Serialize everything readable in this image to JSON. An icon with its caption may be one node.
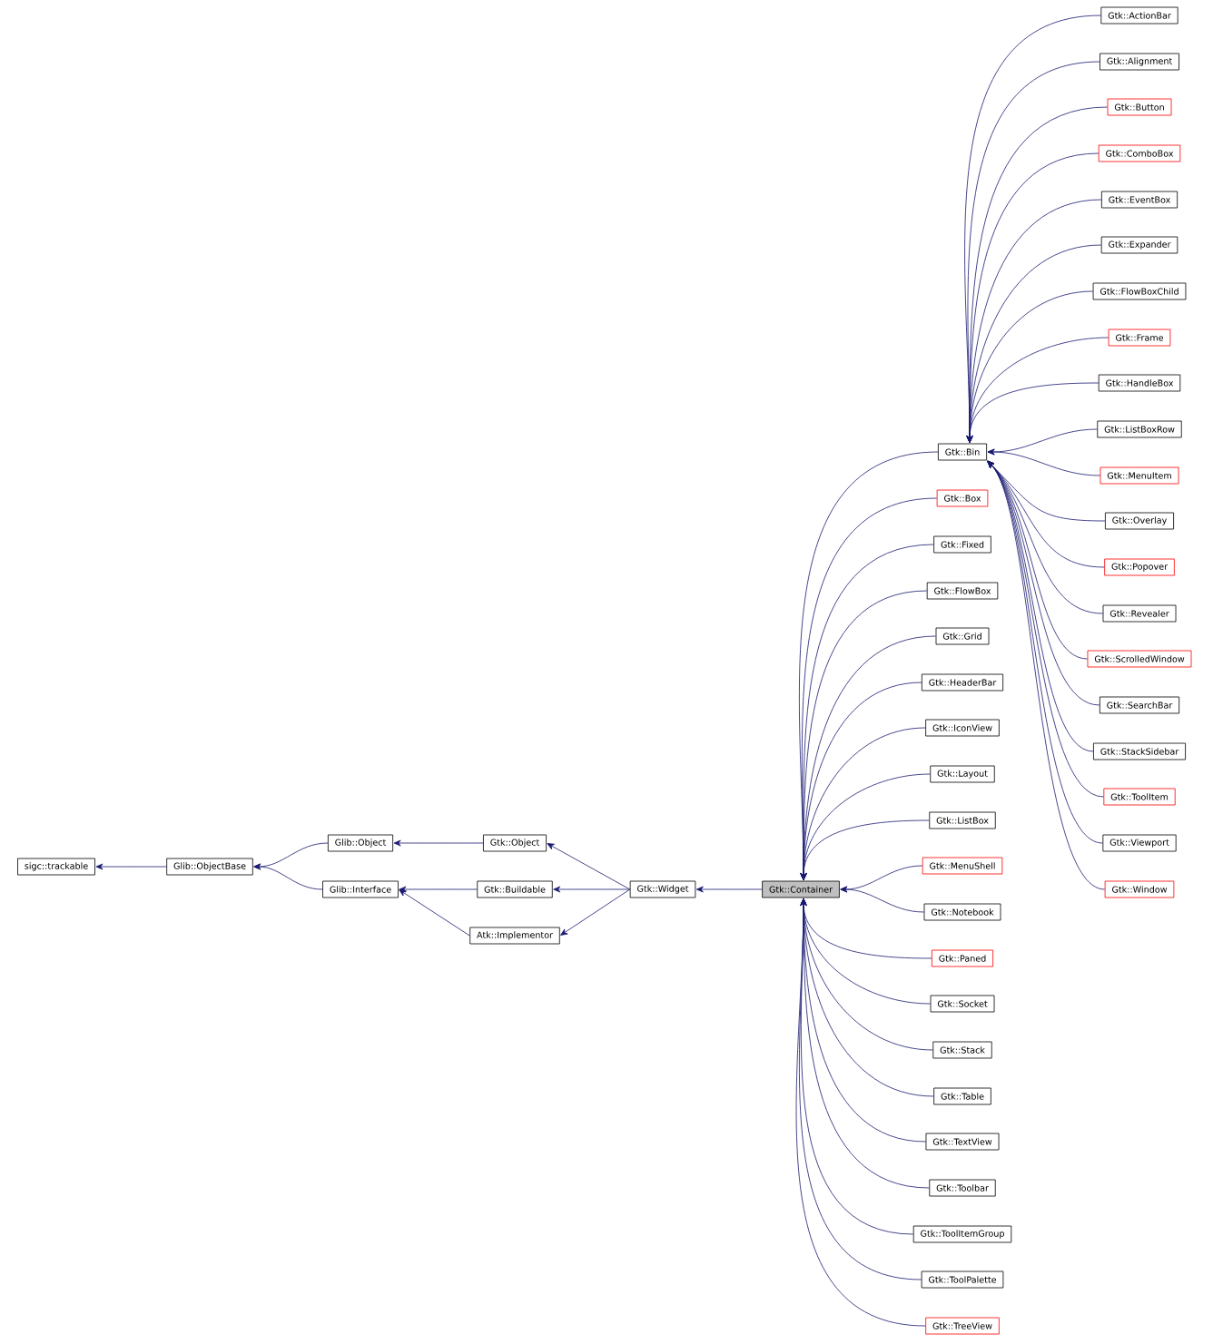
{
  "diagram": {
    "nodes": [
      {
        "text": [
          "sigc::trackable"
        ]
      },
      {
        "text": [
          "Glib::ObjectBase"
        ]
      },
      {
        "text": [
          "Glib::Object"
        ]
      },
      {
        "text": [
          "Glib::Interface"
        ]
      },
      {
        "text": [
          "Gtk::Object"
        ]
      },
      {
        "text": [
          "Gtk::Buildable"
        ]
      },
      {
        "text": [
          "Atk::Implementor"
        ]
      },
      {
        "text": [
          "Gtk::Widget"
        ]
      },
      {
        "text": [
          "Gtk::Container"
        ]
      },
      {
        "text": [
          "Gtk::Bin"
        ]
      },
      {
        "text": [
          "Gtk::ActionBar"
        ]
      },
      {
        "text": [
          "Gtk::Alignment"
        ]
      },
      {
        "text": [
          "Gtk::Button"
        ]
      },
      {
        "text": [
          "Gtk::ComboBox"
        ]
      },
      {
        "text": [
          "Gtk::EventBox"
        ]
      },
      {
        "text": [
          "Gtk::Expander"
        ]
      },
      {
        "text": [
          "Gtk::FlowBoxChild"
        ]
      },
      {
        "text": [
          "Gtk::Frame"
        ]
      },
      {
        "text": [
          "Gtk::HandleBox"
        ]
      },
      {
        "text": [
          "Gtk::ListBoxRow"
        ]
      },
      {
        "text": [
          "Gtk::MenuItem"
        ]
      },
      {
        "text": [
          "Gtk::Overlay"
        ]
      },
      {
        "text": [
          "Gtk::Popover"
        ]
      },
      {
        "text": [
          "Gtk::Revealer"
        ]
      },
      {
        "text": [
          "Gtk::ScrolledWindow"
        ]
      },
      {
        "text": [
          "Gtk::SearchBar"
        ]
      },
      {
        "text": [
          "Gtk::StackSidebar"
        ]
      },
      {
        "text": [
          "Gtk::ToolItem"
        ]
      },
      {
        "text": [
          "Gtk::Viewport"
        ]
      },
      {
        "text": [
          "Gtk::Window"
        ]
      },
      {
        "text": [
          "Gtk::Box"
        ]
      },
      {
        "text": [
          "Gtk::Fixed"
        ]
      },
      {
        "text": [
          "Gtk::FlowBox"
        ]
      },
      {
        "text": [
          "Gtk::Grid"
        ]
      },
      {
        "text": [
          "Gtk::HeaderBar"
        ]
      },
      {
        "text": [
          "Gtk::IconView"
        ]
      },
      {
        "text": [
          "Gtk::Layout"
        ]
      },
      {
        "text": [
          "Gtk::ListBox"
        ]
      },
      {
        "text": [
          "Gtk::MenuShell"
        ]
      },
      {
        "text": [
          "Gtk::Notebook"
        ]
      },
      {
        "text": [
          "Gtk::Paned"
        ]
      },
      {
        "text": [
          "Gtk::Socket"
        ]
      },
      {
        "text": [
          "Gtk::Stack"
        ]
      },
      {
        "text": [
          "Gtk::Table"
        ]
      },
      {
        "text": [
          "Gtk::TextView"
        ]
      },
      {
        "text": [
          "Gtk::Toolbar"
        ]
      },
      {
        "text": [
          "Gtk::ToolItemGroup"
        ]
      },
      {
        "text": [
          "Gtk::ToolPalette"
        ]
      },
      {
        "text": [
          "Gtk::TreeView"
        ]
      }
    ],
    "edges": [
      {
        "from": 1,
        "to": 0,
        "arrow": "to"
      },
      {
        "from": 2,
        "to": 1,
        "arrow": "to"
      },
      {
        "from": 3,
        "to": 1,
        "arrow": "to"
      },
      {
        "from": 4,
        "to": 2,
        "arrow": "to"
      },
      {
        "from": 5,
        "to": 3,
        "arrow": "to"
      },
      {
        "from": 6,
        "to": 3,
        "arrow": "to"
      },
      {
        "from": 7,
        "to": 4,
        "arrow": "to"
      },
      {
        "from": 7,
        "to": 5,
        "arrow": "to"
      },
      {
        "from": 7,
        "to": 6,
        "arrow": "to"
      },
      {
        "from": 8,
        "to": 7,
        "arrow": "to"
      },
      {
        "from": 9,
        "to": 8,
        "arrow": "to"
      },
      {
        "from": 10,
        "to": 9,
        "arrow": "to"
      },
      {
        "from": 11,
        "to": 9,
        "arrow": "to"
      },
      {
        "from": 12,
        "to": 9,
        "arrow": "to"
      },
      {
        "from": 13,
        "to": 9,
        "arrow": "to"
      },
      {
        "from": 14,
        "to": 9,
        "arrow": "to"
      },
      {
        "from": 15,
        "to": 9,
        "arrow": "to"
      },
      {
        "from": 16,
        "to": 9,
        "arrow": "to"
      },
      {
        "from": 17,
        "to": 9,
        "arrow": "to"
      },
      {
        "from": 18,
        "to": 9,
        "arrow": "to"
      },
      {
        "from": 19,
        "to": 9,
        "arrow": "to"
      },
      {
        "from": 20,
        "to": 9,
        "arrow": "to"
      },
      {
        "from": 21,
        "to": 9,
        "arrow": "to"
      },
      {
        "from": 22,
        "to": 9,
        "arrow": "to"
      },
      {
        "from": 23,
        "to": 9,
        "arrow": "to"
      },
      {
        "from": 24,
        "to": 9,
        "arrow": "to"
      },
      {
        "from": 25,
        "to": 9,
        "arrow": "to"
      },
      {
        "from": 26,
        "to": 9,
        "arrow": "to"
      },
      {
        "from": 27,
        "to": 9,
        "arrow": "to"
      },
      {
        "from": 28,
        "to": 9,
        "arrow": "to"
      },
      {
        "from": 29,
        "to": 9,
        "arrow": "to"
      },
      {
        "from": 30,
        "to": 8,
        "arrow": "to"
      },
      {
        "from": 31,
        "to": 8,
        "arrow": "to"
      },
      {
        "from": 32,
        "to": 8,
        "arrow": "to"
      },
      {
        "from": 33,
        "to": 8,
        "arrow": "to"
      },
      {
        "from": 34,
        "to": 8,
        "arrow": "to"
      },
      {
        "from": 35,
        "to": 8,
        "arrow": "to"
      },
      {
        "from": 36,
        "to": 8,
        "arrow": "to"
      },
      {
        "from": 37,
        "to": 8,
        "arrow": "to"
      },
      {
        "from": 38,
        "to": 8,
        "arrow": "to"
      },
      {
        "from": 39,
        "to": 8,
        "arrow": "to"
      },
      {
        "from": 40,
        "to": 8,
        "arrow": "to"
      },
      {
        "from": 41,
        "to": 8,
        "arrow": "to"
      },
      {
        "from": 42,
        "to": 8,
        "arrow": "to"
      },
      {
        "from": 43,
        "to": 8,
        "arrow": "to"
      },
      {
        "from": 44,
        "to": 8,
        "arrow": "to"
      },
      {
        "from": 45,
        "to": 8,
        "arrow": "to"
      },
      {
        "from": 46,
        "to": 8,
        "arrow": "to"
      },
      {
        "from": 47,
        "to": 8,
        "arrow": "to"
      },
      {
        "from": 48,
        "to": 8,
        "arrow": "to"
      }
    ]
  }
}
